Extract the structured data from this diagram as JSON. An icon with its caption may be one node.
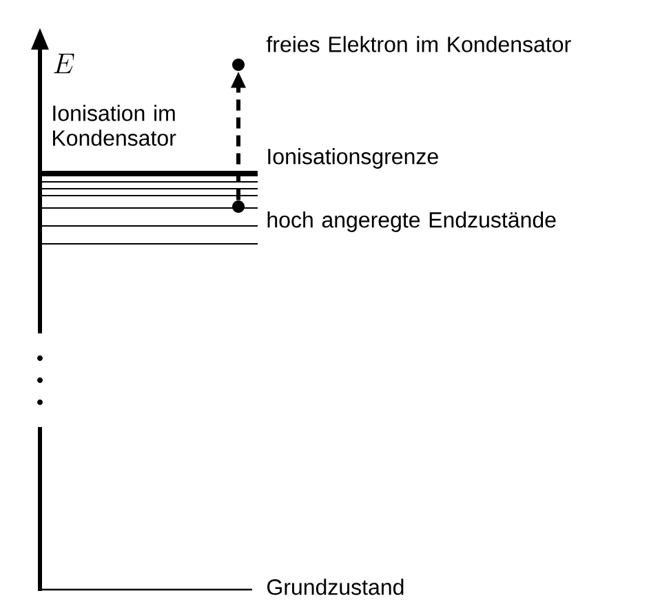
{
  "diagram": {
    "nodes": [
      {
        "text": [],
        "shape": "circle",
        "beside": [
          "freies Elektron im Kondensator"
        ]
      },
      {
        "text": [],
        "shape": "circle",
        "beside": [
          "hoch angeregte Endzustände"
        ]
      }
    ],
    "edges": [
      {
        "from": 1,
        "to": 0,
        "arrow": "to",
        "style": "dashed",
        "label": "Ionisation im Kondensator"
      }
    ],
    "labels": [
      "E",
      "Ionisationsgrenze",
      "Grundzustand"
    ]
  }
}
